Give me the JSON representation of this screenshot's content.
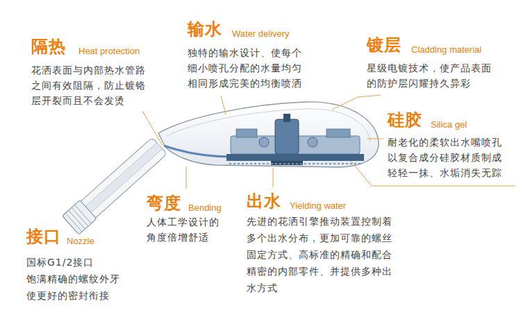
{
  "diagram": {
    "labels": [
      "隔热",
      "Heat protection",
      "花洒表面与内部热水管路 之间有效阻隔，防止镀铬 层开裂而且不会发烫",
      "输水",
      "Water delivery",
      "独特的输水设计、使每个 细小喷孔分配的水量均匀 相同形成完美的均衡喷洒",
      "镀层",
      "Cladding material",
      "星级电镀技术，使产品表面 的防护层闪耀持久异彩",
      "硅胶",
      "Silica gel",
      "耐老化的柔软出水嘴喷孔 以复合成分硅胶材质制成 轻轻一抹、水垢消失无踪",
      "弯度",
      "Bending",
      "人体工学设计的 角度倍增舒适",
      "出水",
      "Yielding water",
      "先进的花洒引擎推动装置控制着 多个出水分布，更加可靠的螺丝 固定方式、高标准的精确和配合 精密的内部零件、并提供多种出 水方式",
      "接口",
      "Nozzle",
      "国标G1/2接口 饱满精确的螺纹外牙 使更好的密封衔接"
    ]
  }
}
